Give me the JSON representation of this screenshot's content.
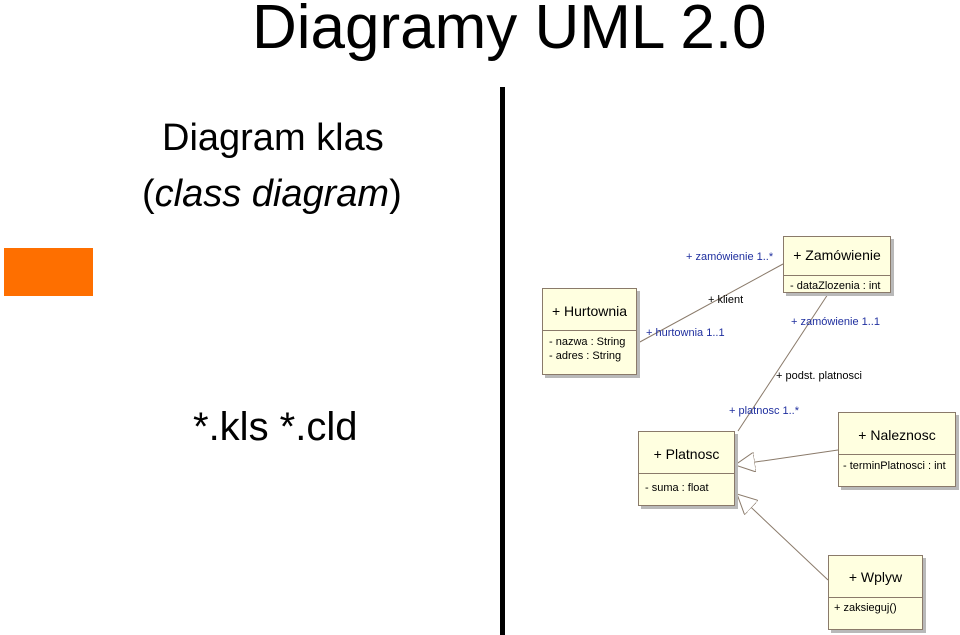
{
  "title": "Diagramy UML 2.0",
  "subtitle_line1": "Diagram klas",
  "subtitle_line2_open": "(",
  "subtitle_line2_italic": "class diagram",
  "subtitle_line2_close": ")",
  "file_extensions": "*.kls *.cld",
  "classes": {
    "hurtownia": {
      "name": "+ Hurtownia",
      "attrs": [
        "- nazwa : String",
        "- adres : String"
      ]
    },
    "zamowienie": {
      "name": "+ Zamówienie",
      "attrs": [
        "- dataZlozenia : int"
      ]
    },
    "platnosc": {
      "name": "+ Platnosc",
      "attrs": [
        "- suma : float"
      ]
    },
    "naleznosc": {
      "name": "+ Naleznosc",
      "attrs": [
        "- terminPlatnosci : int"
      ]
    },
    "wplyw": {
      "name": "+ Wplyw",
      "attrs": [
        "+ zaksieguj()"
      ]
    }
  },
  "roles": {
    "zamowienie_top": "+ zamówienie 1..*",
    "klient": "+ klient",
    "hurtownia": "+ hurtownia 1..1",
    "zamowienie_mid": "+ zamówienie 1..1",
    "podst_platnosci": "+ podst. platnosci",
    "platnosc": "+ platnosc 1..*"
  },
  "colors": {
    "accent_box": "#fe6f00",
    "class_fill": "#ffffe0",
    "role_text": "#1f2f9f"
  }
}
